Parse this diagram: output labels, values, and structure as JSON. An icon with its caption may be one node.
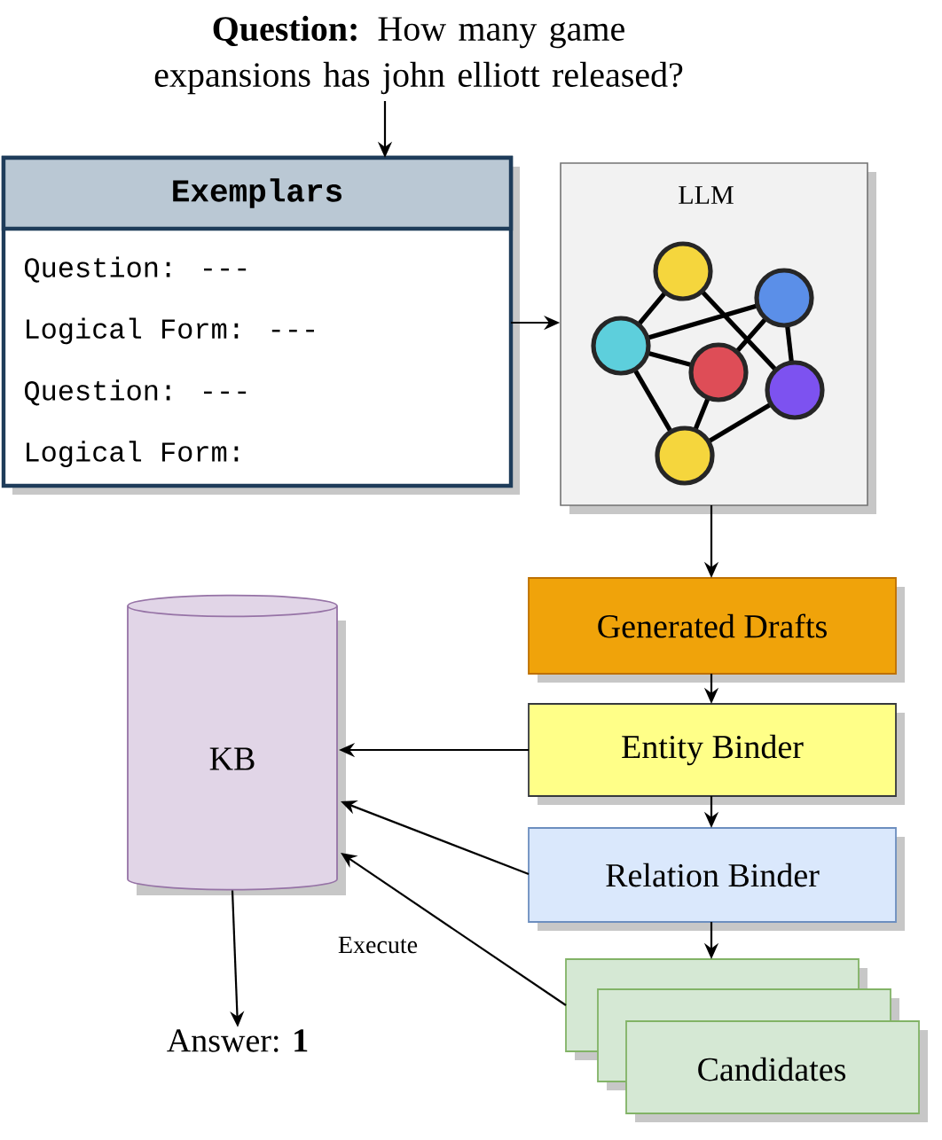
{
  "diagram": {
    "nodes": [
      {
        "text": [
          "**Question:** How many game expansions has john elliott released?"
        ]
      },
      {
        "text": [
          "Exemplars",
          "Question: ---",
          "Logical Form: ---",
          "Question: ---",
          "Logical Form:"
        ]
      },
      {
        "text": [
          "LLM"
        ]
      },
      {
        "text": [
          "Generated Drafts"
        ]
      },
      {
        "text": [
          "Entity Binder"
        ]
      },
      {
        "text": [
          "Relation Binder"
        ]
      },
      {
        "text": [
          "Candidates"
        ]
      },
      {
        "text": [
          "KB"
        ]
      },
      {
        "text": [
          "Answer: **1**"
        ]
      }
    ],
    "edges": [
      {
        "from": 0,
        "to": 1,
        "arrow": "to"
      },
      {
        "from": 1,
        "to": 2,
        "arrow": "to"
      },
      {
        "from": 2,
        "to": 3,
        "arrow": "to"
      },
      {
        "from": 3,
        "to": 4,
        "arrow": "to"
      },
      {
        "from": 4,
        "to": 5,
        "arrow": "to"
      },
      {
        "from": 5,
        "to": 6,
        "arrow": "to"
      },
      {
        "from": 4,
        "to": 7,
        "arrow": "to"
      },
      {
        "from": 5,
        "to": 7,
        "arrow": "to"
      },
      {
        "from": 6,
        "to": 7,
        "arrow": "to",
        "label": "Execute"
      },
      {
        "from": 7,
        "to": 8,
        "arrow": "to"
      }
    ]
  }
}
